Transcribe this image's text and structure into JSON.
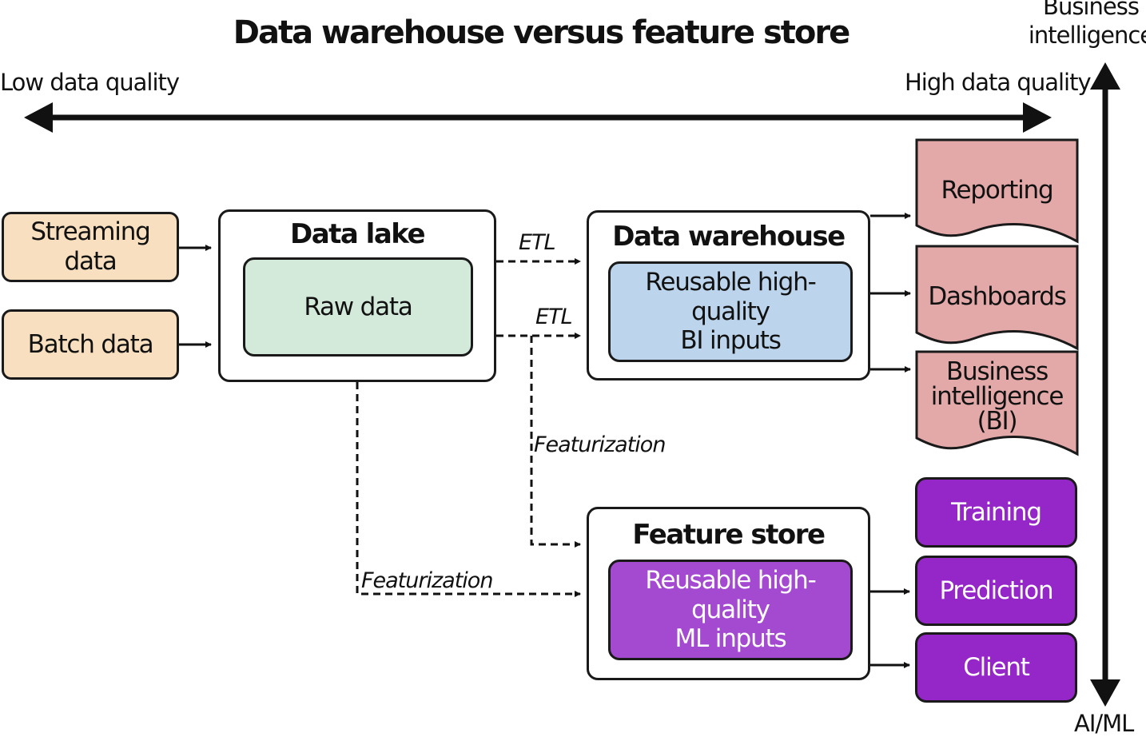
{
  "title": "Data warehouse versus feature store",
  "axis": {
    "low_quality": "Low data quality",
    "high_quality": "High data quality",
    "top_label": "Business intelligence",
    "top_label_line1": "Business",
    "top_label_line2": "intelligence",
    "bottom_label": "AI/ML"
  },
  "sources": {
    "streaming": "Streaming data",
    "batch": "Batch data"
  },
  "data_lake": {
    "title": "Data lake",
    "inner": "Raw data"
  },
  "data_warehouse": {
    "title": "Data warehouse",
    "inner_line1": "Reusable high-quality",
    "inner_line2": "BI inputs"
  },
  "feature_store": {
    "title": "Feature store",
    "inner_line1": "Reusable high-quality",
    "inner_line2": "ML inputs"
  },
  "edges": {
    "etl_1": "ETL",
    "etl_2": "ETL",
    "featurization_1": "Featurization",
    "featurization_2": "Featurization"
  },
  "bi_outputs": {
    "reporting": "Reporting",
    "dashboards": "Dashboards",
    "bi_line1": "Business",
    "bi_line2": "intelligence",
    "bi_line3": "(BI)"
  },
  "ml_outputs": {
    "training": "Training",
    "prediction": "Prediction",
    "client": "Client"
  },
  "colors": {
    "source_fill": "#f8dfc0",
    "raw_fill": "#d3eadb",
    "bi_inputs_fill": "#bcd5ec",
    "ml_inputs_fill": "#a44ad1",
    "ml_output_fill": "#9527c8",
    "bi_output_fill": "#e3a9a9"
  }
}
